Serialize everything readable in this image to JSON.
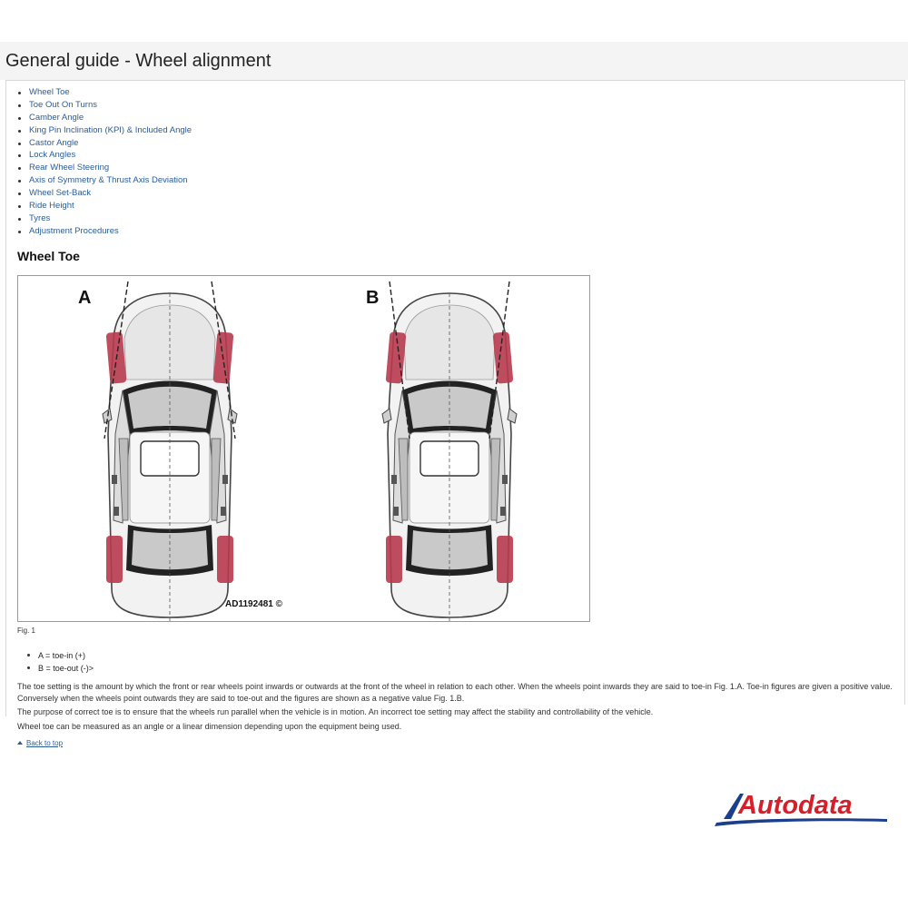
{
  "page_title": "General guide - Wheel alignment",
  "toc": [
    {
      "label": "Wheel Toe"
    },
    {
      "label": "Toe Out On Turns"
    },
    {
      "label": "Camber Angle"
    },
    {
      "label": "King Pin Inclination (KPI) & Included Angle"
    },
    {
      "label": "Castor Angle"
    },
    {
      "label": "Lock Angles"
    },
    {
      "label": "Rear Wheel Steering"
    },
    {
      "label": "Axis of Symmetry & Thrust Axis Deviation"
    },
    {
      "label": "Wheel Set-Back"
    },
    {
      "label": "Ride Height"
    },
    {
      "label": "Tyres"
    },
    {
      "label": "Adjustment Procedures"
    }
  ],
  "section": {
    "title": "Wheel Toe",
    "figure": {
      "label_a": "A",
      "label_b": "B",
      "code": "AD1192481 ©",
      "caption": "Fig. 1"
    },
    "legend": [
      {
        "text": "A = toe-in (+)"
      },
      {
        "text": "B = toe-out (-)>"
      }
    ],
    "paragraphs": [
      "The toe setting is the amount by which the front or rear wheels point inwards or outwards at the front of the wheel in relation to each other. When the wheels point inwards they are said to toe-in Fig. 1.A. Toe-in figures are given a positive value. Conversely when the wheels point outwards they are said to toe-out and the figures are shown as a negative value Fig. 1.B.",
      "The purpose of correct toe is to ensure that the wheels run parallel when the vehicle is in motion. An incorrect toe setting may affect the stability and controllability of the vehicle.",
      "Wheel toe can be measured as an angle or a linear dimension depending upon the equipment being used."
    ],
    "back_to_top": "Back to top"
  },
  "logo": {
    "text": "Autodata",
    "color": "#d51f2a",
    "swoosh_color": "#1b3f8c"
  },
  "colors": {
    "link": "#2a5d98",
    "wheel": "#b73a4e"
  }
}
